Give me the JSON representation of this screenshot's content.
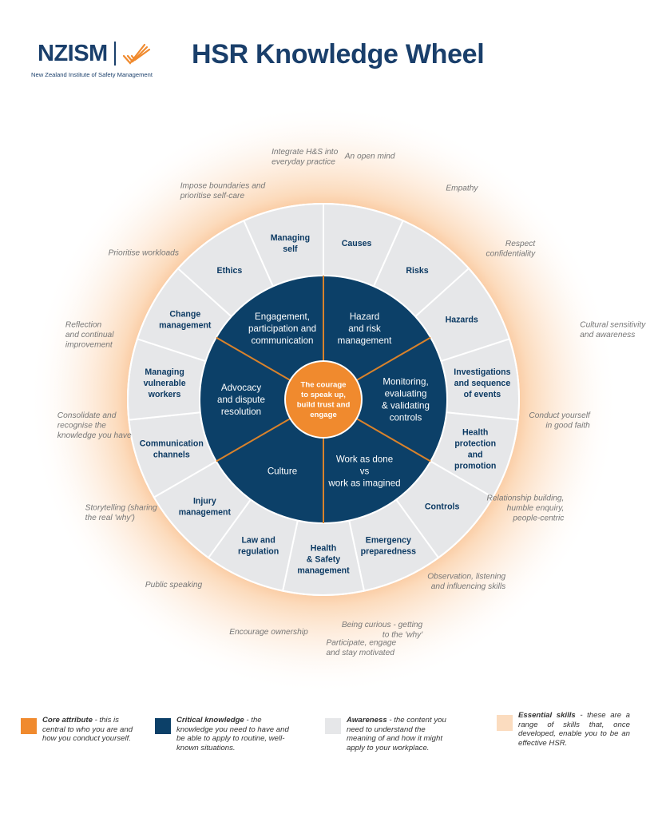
{
  "brand": {
    "name": "NZISM",
    "subtitle": "New Zealand Institute of Safety Management"
  },
  "title": "HSR Knowledge Wheel",
  "colors": {
    "core": "#f08a2e",
    "critical": "#0c4068",
    "awareness": "#e6e7e9",
    "skills_glow": "#fbcfa6",
    "divider": "#d9822b",
    "title": "#1a3f6b"
  },
  "wheel": {
    "core": [
      "The courage",
      "to speak up,",
      "build trust and",
      "engage"
    ],
    "critical": [
      {
        "label": [
          "Hazard",
          "and risk",
          "management"
        ]
      },
      {
        "label": [
          "Monitoring,",
          "evaluating",
          "& validating",
          "controls"
        ]
      },
      {
        "label": [
          "Work as done",
          "vs",
          "work as imagined"
        ]
      },
      {
        "label": [
          "Culture"
        ]
      },
      {
        "label": [
          "Advocacy",
          "and dispute",
          "resolution"
        ]
      },
      {
        "label": [
          "Engagement,",
          "participation and",
          "communication"
        ]
      }
    ],
    "awareness": [
      {
        "label": [
          "Causes"
        ]
      },
      {
        "label": [
          "Risks"
        ]
      },
      {
        "label": [
          "Hazards"
        ]
      },
      {
        "label": [
          "Investigations",
          "and sequence",
          "of events"
        ]
      },
      {
        "label": [
          "Health",
          "protection",
          "and",
          "promotion"
        ]
      },
      {
        "label": [
          "Controls"
        ]
      },
      {
        "label": [
          "Emergency",
          "preparedness"
        ]
      },
      {
        "label": [
          "Health",
          "& Safety",
          "management"
        ]
      },
      {
        "label": [
          "Law and",
          "regulation"
        ]
      },
      {
        "label": [
          "Injury",
          "management"
        ]
      },
      {
        "label": [
          "Communication",
          "channels"
        ]
      },
      {
        "label": [
          "Managing",
          "vulnerable",
          "workers"
        ]
      },
      {
        "label": [
          "Change",
          "management"
        ]
      },
      {
        "label": [
          "Ethics"
        ]
      },
      {
        "label": [
          "Managing",
          "self"
        ]
      }
    ],
    "skills": [
      {
        "label": [
          "An open mind"
        ],
        "align": "middle"
      },
      {
        "label": [
          "Empathy"
        ],
        "align": "middle"
      },
      {
        "label": [
          "Respect",
          "confidentiality"
        ],
        "align": "end"
      },
      {
        "label": [
          "Cultural sensitivity",
          "and awareness"
        ],
        "align": "start"
      },
      {
        "label": [
          "Conduct yourself",
          "in good faith"
        ],
        "align": "end"
      },
      {
        "label": [
          "Relationship building,",
          "humble enquiry,",
          "people-centric"
        ],
        "align": "end"
      },
      {
        "label": [
          "Observation, listening",
          "and influencing skills"
        ],
        "align": "end"
      },
      {
        "label": [
          "Being curious - getting",
          "to the 'why'"
        ],
        "align": "end"
      },
      {
        "label": [
          "Participate, engage",
          "and stay motivated"
        ],
        "align": "start"
      },
      {
        "label": [
          "Encourage ownership"
        ],
        "align": "start"
      },
      {
        "label": [
          "Public speaking"
        ],
        "align": "start"
      },
      {
        "label": [
          "Storytelling (sharing",
          "the real 'why')"
        ],
        "align": "start"
      },
      {
        "label": [
          "Consolidate and",
          "recognise the",
          "knowledge you have"
        ],
        "align": "start"
      },
      {
        "label": [
          "Reflection",
          "and continual",
          "improvement"
        ],
        "align": "start"
      },
      {
        "label": [
          "Prioritise workloads"
        ],
        "align": "start"
      },
      {
        "label": [
          "Impose boundaries and",
          "prioritise self-care"
        ],
        "align": "start"
      },
      {
        "label": [
          "Integrate H&S into",
          "everyday practice"
        ],
        "align": "start"
      }
    ]
  },
  "legend": [
    {
      "key": "core",
      "term": "Core attribute",
      "desc": " - this is central to who you are and how you conduct yourself."
    },
    {
      "key": "critical",
      "term": "Critical knowledge",
      "desc": " - the knowledge you need to have and be able to apply to routine, well-known situations."
    },
    {
      "key": "awareness",
      "term": "Awareness",
      "desc": " - the content you need to understand the meaning of and how it might apply to your workplace."
    },
    {
      "key": "skills",
      "term": "Essential skills",
      "desc": " - these are a range of skills that, once developed, enable you to be an effective HSR."
    }
  ]
}
